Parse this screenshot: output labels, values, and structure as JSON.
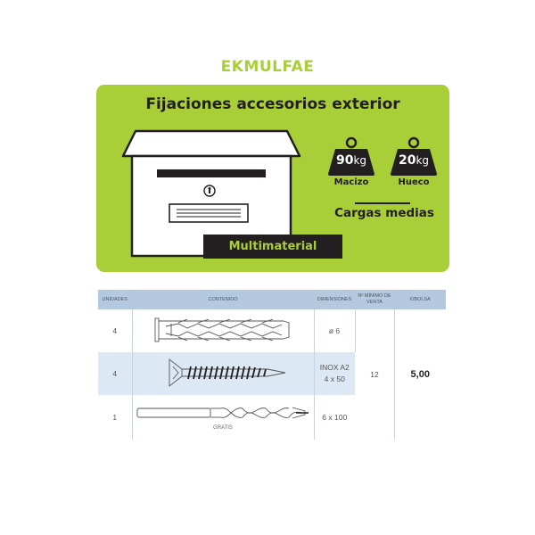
{
  "product_code": "EKMULFAE",
  "colors": {
    "brand_green": "#a8cf38",
    "dark": "#231f20",
    "table_header_bg": "#b4c9e0",
    "table_alt_row_bg": "#dde8f5",
    "white": "#ffffff"
  },
  "card": {
    "title": "Fijaciones accesorios exterior",
    "material_badge": "Multimaterial",
    "weights": [
      {
        "value": "90",
        "unit": "kg",
        "label": "Macizo",
        "icon": "weight-icon"
      },
      {
        "value": "20",
        "unit": "kg",
        "label": "Hueco",
        "icon": "weight-icon"
      }
    ],
    "load_type": "Cargas medias",
    "illustration": "mailbox-icon"
  },
  "table": {
    "headers": [
      "UNIDADES",
      "CONTENIDO",
      "DIMENSIONES",
      "Nº MÍNIMO DE VENTA",
      "€/BOLSA"
    ],
    "rows": [
      {
        "units": "4",
        "content_icon": "wall-plug-icon",
        "dimensions": "ø 6",
        "note": ""
      },
      {
        "units": "4",
        "content_icon": "screw-icon",
        "dimensions_line1": "INOX A2",
        "dimensions_line2": "4 x 50",
        "note": ""
      },
      {
        "units": "1",
        "content_icon": "drill-bit-icon",
        "dimensions": "6 x 100",
        "note": "GRATIS"
      }
    ],
    "min_sale": "12",
    "price_per_bag": "5,00"
  }
}
